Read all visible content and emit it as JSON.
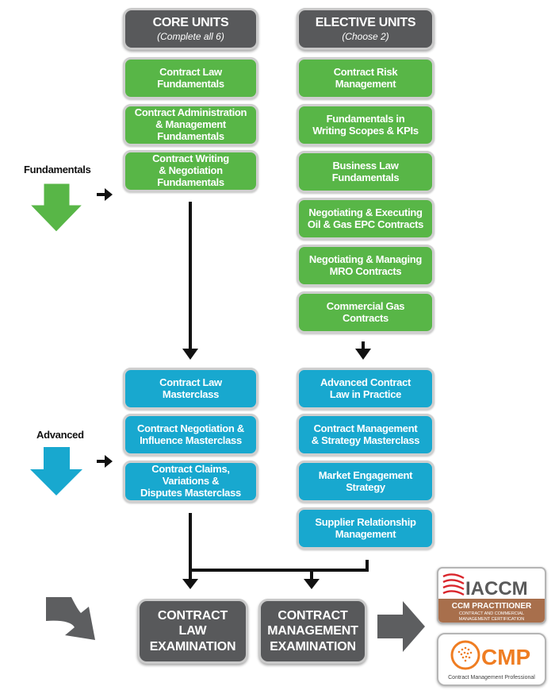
{
  "core": {
    "title": "CORE UNITS",
    "subtitle": "(Complete all 6)"
  },
  "elective": {
    "title": "ELECTIVE UNITS",
    "subtitle": "(Choose 2)"
  },
  "levels": {
    "fundamentals": "Fundamentals",
    "advanced": "Advanced"
  },
  "core_fundamentals": [
    [
      "Contract Law",
      "Fundamentals"
    ],
    [
      "Contract Administration",
      "& Management",
      "Fundamentals"
    ],
    [
      "Contract Writing",
      "& Negotiation",
      "Fundamentals"
    ]
  ],
  "elective_fundamentals": [
    [
      "Contract Risk",
      "Management"
    ],
    [
      "Fundamentals in",
      "Writing Scopes & KPIs"
    ],
    [
      "Business Law",
      "Fundamentals"
    ],
    [
      "Negotiating & Executing",
      "Oil & Gas EPC Contracts"
    ],
    [
      "Negotiating & Managing",
      "MRO Contracts"
    ],
    [
      "Commercial Gas",
      "Contracts"
    ]
  ],
  "core_advanced": [
    [
      "Contract Law",
      "Masterclass"
    ],
    [
      "Contract Negotiation &",
      "Influence Masterclass"
    ],
    [
      "Contract Claims,",
      "Variations &",
      "Disputes Masterclass"
    ]
  ],
  "elective_advanced": [
    [
      "Advanced Contract",
      "Law in Practice"
    ],
    [
      "Contract Management",
      "& Strategy Masterclass"
    ],
    [
      "Market Engagement",
      "Strategy"
    ],
    [
      "Supplier Relationship",
      "Management"
    ]
  ],
  "exams": [
    [
      "CONTRACT",
      "LAW",
      "EXAMINATION"
    ],
    [
      "CONTRACT",
      "MANAGEMENT",
      "EXAMINATION"
    ]
  ],
  "logos": {
    "iaccm": {
      "name": "IACCM",
      "level": "CCM PRACTITIONER",
      "line1": "CONTRACT AND COMMERCIAL",
      "line2": "MANAGEMENT CERTIFICATION"
    },
    "cmp": {
      "name": "CMP",
      "caption": "Contract Management Professional"
    }
  },
  "colors": {
    "green": "#58b647",
    "blue": "#18a8cf",
    "dark": "#58595b",
    "iaccm_red": "#d9262c",
    "iaccm_brown": "#a86f4c",
    "cmp_orange": "#ef7d22"
  }
}
